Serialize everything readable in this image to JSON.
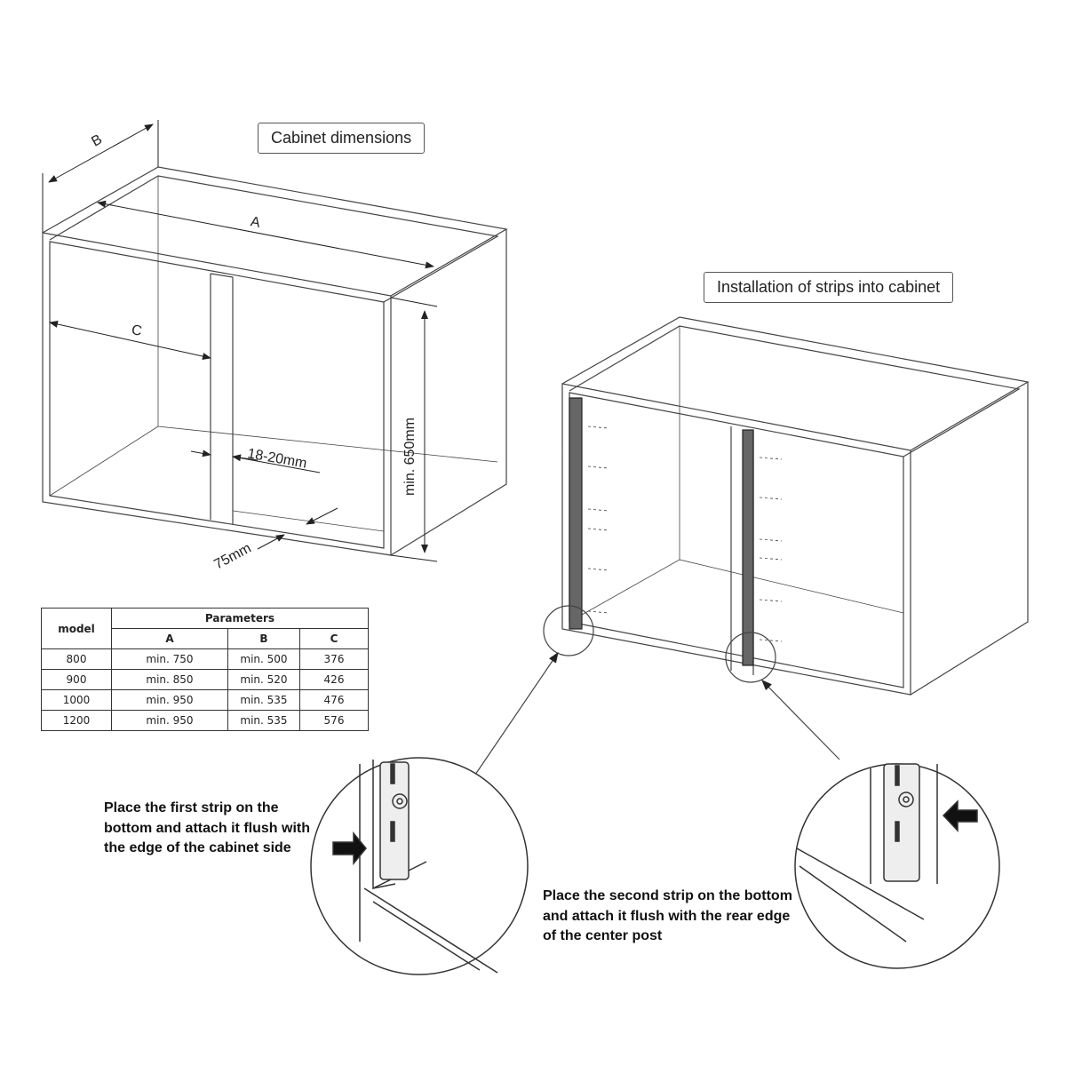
{
  "labels": {
    "cabinet_dimensions": "Cabinet dimensions",
    "installation": "Installation of strips into cabinet"
  },
  "dimensions": {
    "A": "A",
    "B": "B",
    "C": "C",
    "post": "18-20mm",
    "depth_offset": "75mm",
    "height": "min. 650mm"
  },
  "table": {
    "model_header": "model",
    "group_header": "Parameters",
    "columns": [
      "A",
      "B",
      "C"
    ],
    "rows": [
      {
        "model": "800",
        "A": "min. 750",
        "B": "min. 500",
        "C": "376"
      },
      {
        "model": "900",
        "A": "min. 850",
        "B": "min. 520",
        "C": "426"
      },
      {
        "model": "1000",
        "A": "min. 950",
        "B": "min. 535",
        "C": "476"
      },
      {
        "model": "1200",
        "A": "min. 950",
        "B": "min. 535",
        "C": "576"
      }
    ]
  },
  "notes": {
    "first_strip": "Place the first strip on the bottom and attach it flush with the edge of the cabinet side",
    "second_strip": "Place the second strip on the bottom and attach it flush with the rear edge of the center post"
  }
}
